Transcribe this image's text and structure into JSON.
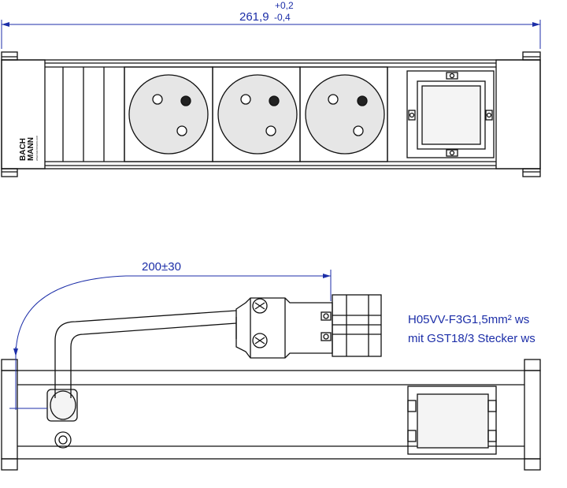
{
  "top_view": {
    "overall_length": "261,9",
    "tol_upper": "+0,2",
    "tol_lower": "-0,4",
    "brand_line1": "BACH",
    "brand_line2": "MANN",
    "brand_tagline": "www.bachmann.com"
  },
  "side_view": {
    "cable_length": "200±30",
    "cable_spec": "H05VV-F3G1,5mm² ws",
    "connector_spec": "mit GST18/3  Stecker ws"
  },
  "colors": {
    "line": "#111111",
    "dimension": "#1c2ea8",
    "socket_fill": "#e6e6e6",
    "body_fill": "#ffffff"
  }
}
